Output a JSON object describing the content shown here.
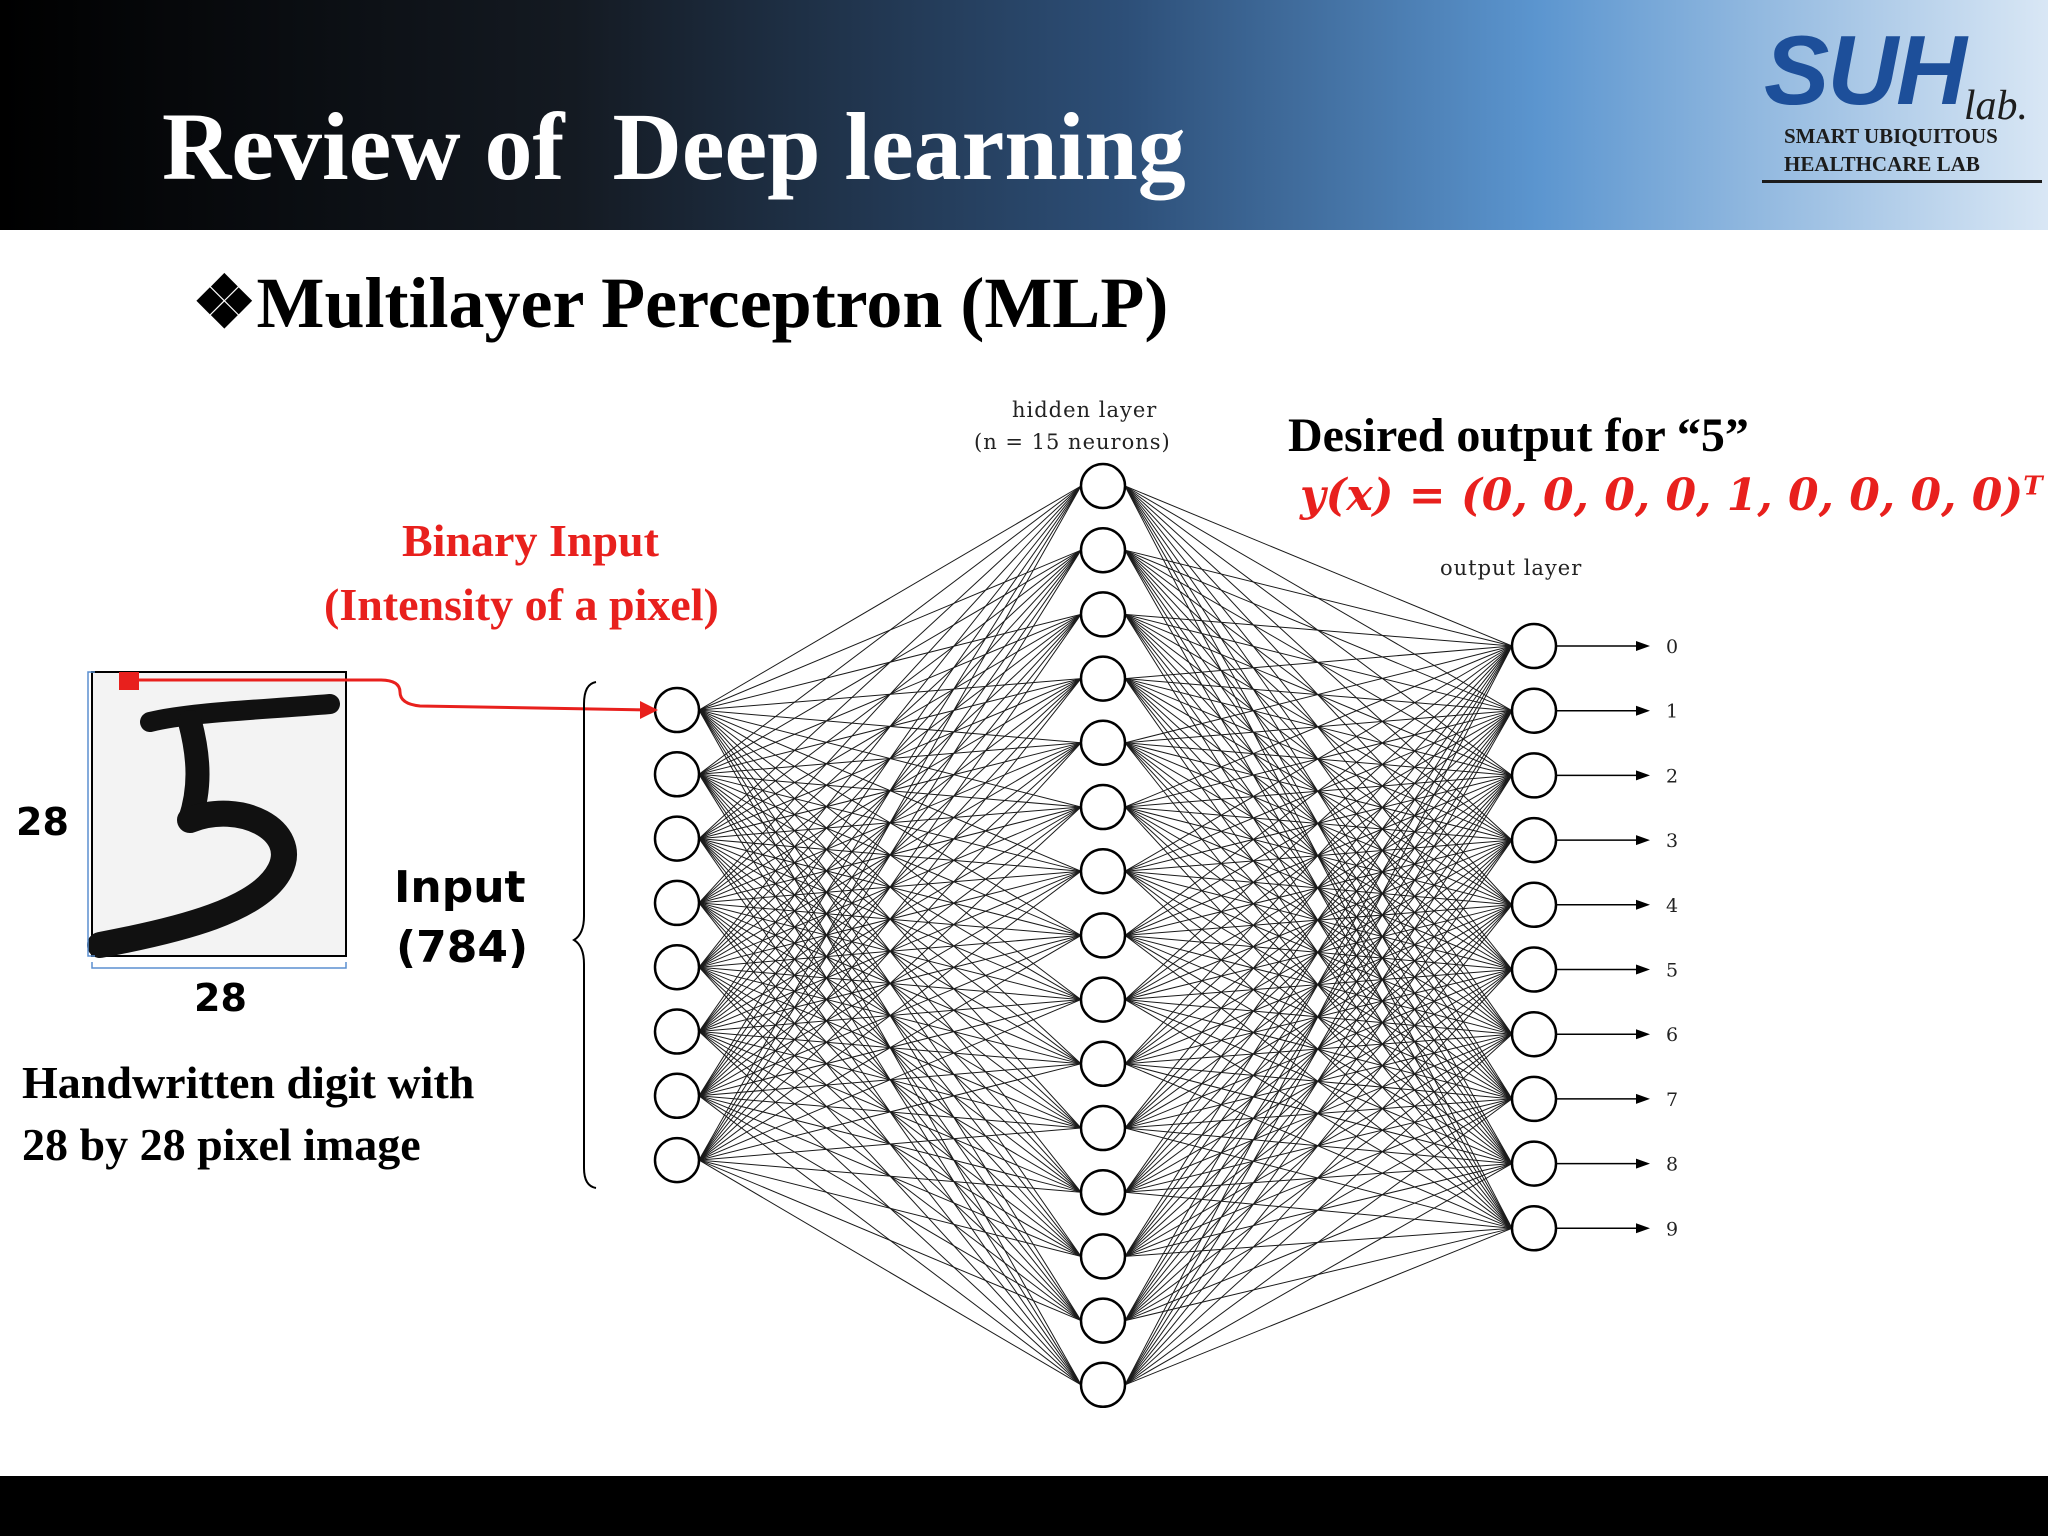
{
  "slide": {
    "title": "Review of  Deep learning",
    "subtitle": "Multilayer Perceptron (MLP)",
    "subtitle_bullet": "❖"
  },
  "logo": {
    "mark": "SUH",
    "suffix": "lab.",
    "line1": "SMART UBIQUITOUS",
    "line2": "HEALTHCARE LAB"
  },
  "diagram": {
    "hidden_label_1": "hidden layer",
    "hidden_label_2": "(n = 15 neurons)",
    "output_label": "output layer",
    "desired_output": "Desired output for “5”",
    "desired_vector": "y(x) = (0, 0, 0, 0, 1, 0, 0, 0, 0)",
    "desired_vector_sup": "T",
    "binary_input_1": "Binary Input",
    "binary_input_2": "(Intensity of a pixel)",
    "input_1": "Input",
    "input_2": "(784)",
    "dim_height": "28",
    "dim_width": "28",
    "caption_1": "Handwritten digit with",
    "caption_2": "28 by 28 pixel image",
    "input_nodes_shown": 8,
    "hidden_nodes": 15,
    "output_labels": [
      "0",
      "1",
      "2",
      "3",
      "4",
      "5",
      "6",
      "7",
      "8",
      "9"
    ],
    "colors": {
      "accent_red": "#e8201d",
      "node_stroke": "#000000"
    }
  }
}
